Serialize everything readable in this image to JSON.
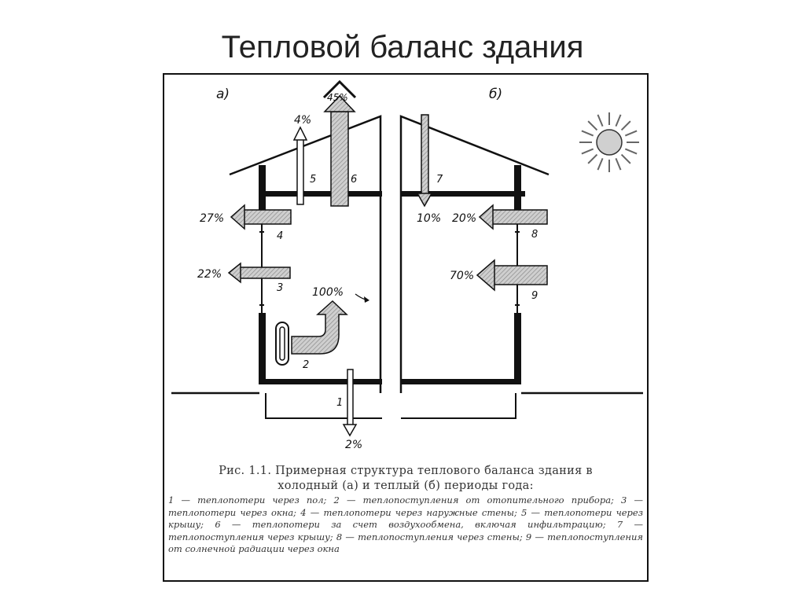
{
  "slide": {
    "title": "Тепловой баланс здания"
  },
  "diagram": {
    "panel_a_label": "а)",
    "panel_b_label": "б)",
    "sun_icon": "sun-icon",
    "cold_period": {
      "flows": [
        {
          "id": "1",
          "number": "1",
          "percent": "2%"
        },
        {
          "id": "2",
          "number": "2",
          "percent": "100%"
        },
        {
          "id": "3",
          "number": "3",
          "percent": "22%"
        },
        {
          "id": "4",
          "number": "4",
          "percent": "27%"
        },
        {
          "id": "5",
          "number": "5",
          "percent": "4%"
        },
        {
          "id": "6",
          "number": "6",
          "percent": "45%"
        }
      ]
    },
    "warm_period": {
      "flows": [
        {
          "id": "7",
          "number": "7",
          "percent": "10%"
        },
        {
          "id": "8",
          "number": "8",
          "percent": "20%"
        },
        {
          "id": "9",
          "number": "9",
          "percent": "70%"
        }
      ]
    }
  },
  "caption": {
    "title_line1": "Рис. 1.1. Примерная структура теплового баланса здания в",
    "title_line2": "холодный (а) и теплый (б) периоды года:",
    "legend": "1 — теплопотери через пол; 2 — теплопоступления от отопительного прибора; 3 — теплопотери через окна; 4 — теплопотери через наружные стены; 5 — теплопотери через крышу; 6 — теплопотери за счет воздухообмена, включая инфильтрацию; 7 — теплопоступления через крышу; 8 — теплопоступления через стены; 9 — теплопоступления от солнечной радиации через окна"
  }
}
